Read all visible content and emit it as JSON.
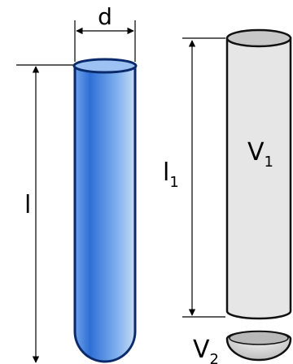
{
  "labels": {
    "diameter": "d",
    "length": "l",
    "cylinder_length": "l",
    "cylinder_length_sub": "1",
    "volume_cylinder": "V",
    "volume_cylinder_sub": "1",
    "volume_cap": "V",
    "volume_cap_sub": "2"
  },
  "colors": {
    "tube_fill_dark": "#2f6fd6",
    "tube_fill_light": "#a9c9f3",
    "tube_stroke": "#0b2a6b",
    "cylinder_fill": "#e6e6e6",
    "cylinder_top": "#c8c8c8",
    "line": "#000000"
  }
}
